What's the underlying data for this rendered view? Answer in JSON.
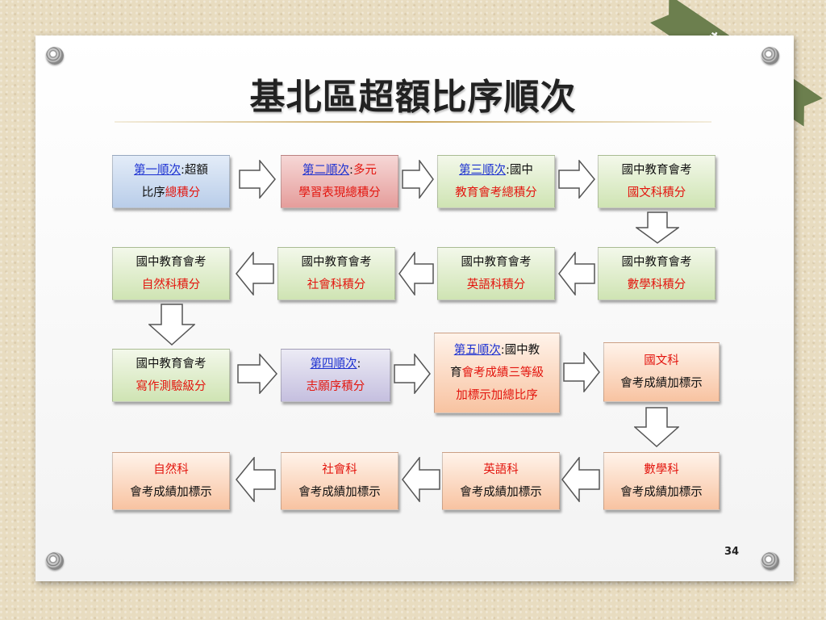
{
  "title": "基北區超額比序順次",
  "ribbon": "超額比序",
  "page_number": "34",
  "boxes": {
    "b1": {
      "l1a": "第一順次",
      "l1b": ":超額",
      "l2a": "比序",
      "l2b": "總積分"
    },
    "b2": {
      "l1a": "第二順次",
      "l1b": ":",
      "l1c": "多元",
      "l2": "學習表現總積分"
    },
    "b3": {
      "l1a": "第三順次",
      "l1b": ":國中",
      "l2": "教育會考總積分"
    },
    "b4": {
      "l1": "國中教育會考",
      "l2": "國文科積分"
    },
    "b5": {
      "l1": "國中教育會考",
      "l2": "數學科積分"
    },
    "b6": {
      "l1": "國中教育會考",
      "l2": "英語科積分"
    },
    "b7": {
      "l1": "國中教育會考",
      "l2": "社會科積分"
    },
    "b8": {
      "l1": "國中教育會考",
      "l2": "自然科積分"
    },
    "b9": {
      "l1": "國中教育會考",
      "l2": "寫作測驗級分"
    },
    "b10": {
      "l1a": "第四順次",
      "l1b": ":",
      "l2": "志願序積分"
    },
    "b11": {
      "l1a": "第五順次",
      "l1b": ":國中教",
      "l2a": "育",
      "l2b": "會考成績三等級",
      "l3": "加標示加總比序"
    },
    "b12": {
      "l1": "國文科",
      "l2": "會考成績加標示"
    },
    "b13": {
      "l1": "數學科",
      "l2": "會考成績加標示"
    },
    "b14": {
      "l1": "英語科",
      "l2": "會考成績加標示"
    },
    "b15": {
      "l1": "社會科",
      "l2": "會考成績加標示"
    },
    "b16": {
      "l1": "自然科",
      "l2": "會考成績加標示"
    }
  }
}
